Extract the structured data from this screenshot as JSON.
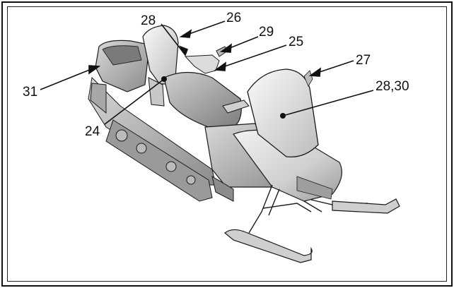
{
  "figure": {
    "subject": "snowmobile",
    "callouts": [
      {
        "id": "c28a",
        "text": "28"
      },
      {
        "id": "c26",
        "text": "26"
      },
      {
        "id": "c29",
        "text": "29"
      },
      {
        "id": "c25",
        "text": "25"
      },
      {
        "id": "c27",
        "text": "27"
      },
      {
        "id": "c2830",
        "text": "28,30"
      },
      {
        "id": "c31",
        "text": "31"
      },
      {
        "id": "c24",
        "text": "24"
      }
    ]
  },
  "colors": {
    "frame": "#111111",
    "body_light": "#e6e6e6",
    "body_mid": "#c8c8c8",
    "body_dark": "#8a8a8a",
    "line": "#1a1a1a"
  }
}
